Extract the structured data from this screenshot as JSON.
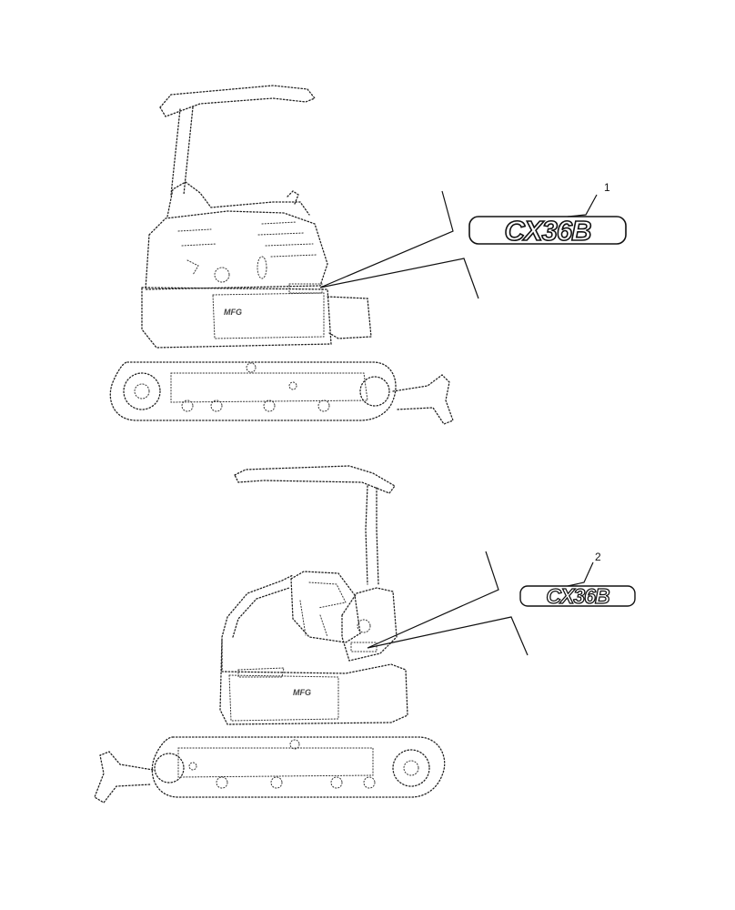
{
  "callouts": [
    {
      "number": "1",
      "decal_text": "CX36B"
    },
    {
      "number": "2",
      "decal_text": "CX36B"
    }
  ],
  "machine_text": {
    "side_badge_upper": "MFG",
    "side_badge_lower": "MFG"
  },
  "colors": {
    "line": "#111111",
    "background": "#ffffff"
  }
}
